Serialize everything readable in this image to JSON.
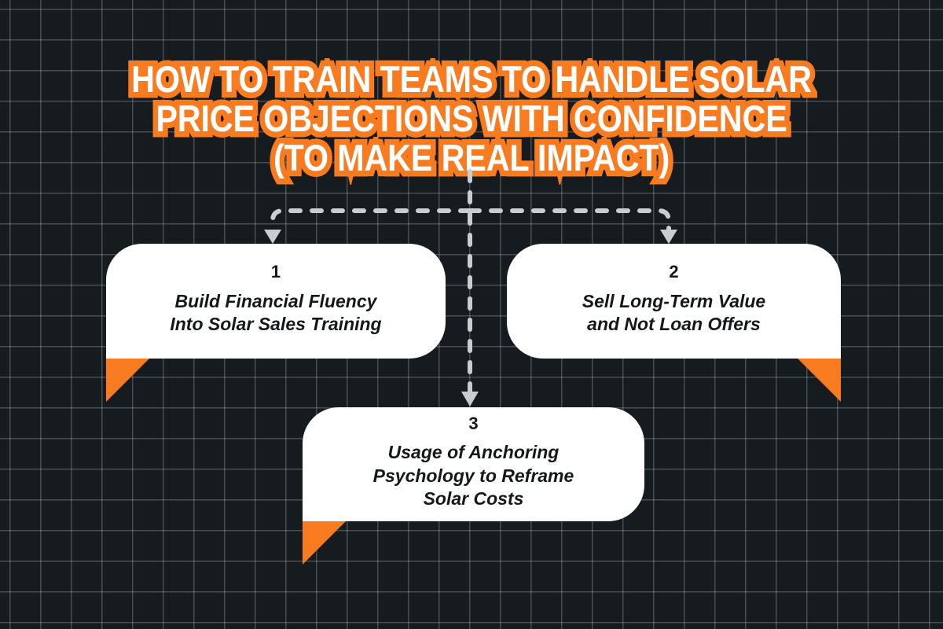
{
  "theme": {
    "background_color": "#161b1f",
    "grid_line_color": "#4d5459",
    "accent_color": "#F97B20",
    "card_background": "#ffffff",
    "card_text_color": "#14181c",
    "connector_color": "#c9cdd1"
  },
  "title": {
    "lines": [
      "HOW TO TRAIN TEAMS TO HANDLE SOLAR",
      "PRICE OBJECTIONS WITH CONFIDENCE",
      "(TO MAKE REAL IMPACT)"
    ],
    "full_text": "HOW TO TRAIN TEAMS TO HANDLE SOLAR PRICE OBJECTIONS WITH CONFIDENCE (TO MAKE REAL IMPACT)"
  },
  "cards": [
    {
      "number": "1",
      "text": "Build Financial Fluency\nInto Solar Sales Training"
    },
    {
      "number": "2",
      "text": "Sell Long-Term Value\nand Not Loan Offers"
    },
    {
      "number": "3",
      "text": "Usage of Anchoring\nPsychology to Reframe\nSolar Costs"
    }
  ]
}
